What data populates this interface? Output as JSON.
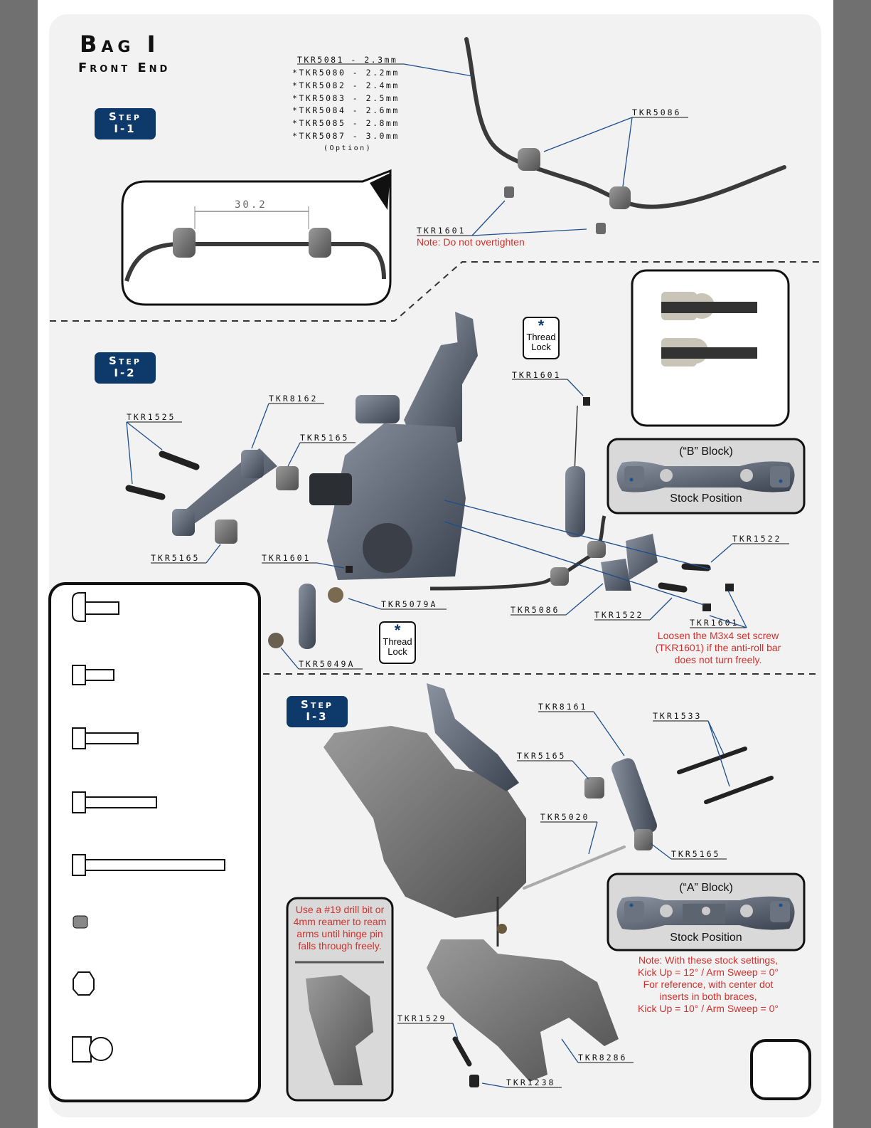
{
  "header": {
    "title": "Bag I",
    "subtitle": "Front End"
  },
  "steps": [
    {
      "label": "Step",
      "number": "I-1"
    },
    {
      "label": "Step",
      "number": "I-2"
    },
    {
      "label": "Step",
      "number": "I-3"
    }
  ],
  "step1": {
    "anti_roll_bar_options": [
      "TKR5081 - 2.3mm",
      "*TKR5080 - 2.2mm",
      "*TKR5082 - 2.4mm",
      "*TKR5083 - 2.5mm",
      "*TKR5084 - 2.6mm",
      "*TKR5085 - 2.8mm",
      "*TKR5087 - 3.0mm",
      "(Option)"
    ],
    "collar_part": "TKR5086",
    "set_screw_part": "TKR1601",
    "set_screw_note": "Note: Do not overtighten",
    "detail_dimension": "30.2"
  },
  "step2": {
    "thread_lock_label": [
      "Thread",
      "Lock"
    ],
    "asterisk": "*",
    "parts": {
      "tkr1601_top": "TKR1601",
      "tkr8162": "TKR8162",
      "tkr1525": "TKR1525",
      "tkr5165_a": "TKR5165",
      "tkr5165_b": "TKR5165",
      "tkr1601_mid": "TKR1601",
      "tkr5079a": "TKR5079A",
      "tkr5049a": "TKR5049A",
      "tkr5086": "TKR5086",
      "tkr1522_a": "TKR1522",
      "tkr1522_b": "TKR1522",
      "tkr1601_right": "TKR1601"
    },
    "b_block_title": "(“B” Block)",
    "b_block_caption": "Stock Position",
    "loosen_note": [
      "Loosen the M3x4 set screw",
      "(TKR1601) if the anti-roll bar",
      "does not turn freely."
    ]
  },
  "step3": {
    "parts": {
      "tkr8161": "TKR8161",
      "tkr1533": "TKR1533",
      "tkr5165_a": "TKR5165",
      "tkr5020": "TKR5020",
      "tkr5165_b": "TKR5165",
      "tkr1529": "TKR1529",
      "tkr8286": "TKR8286",
      "tkr1238": "TKR1238"
    },
    "a_block_title": "(“A” Block)",
    "a_block_caption": "Stock Position",
    "settings_note": [
      "Note: With these stock settings,",
      "Kick Up = 12° / Arm Sweep = 0°",
      "For reference, with center dot",
      "inserts in both braces,",
      "Kick Up = 10° / Arm Sweep = 0°"
    ],
    "ream_note": [
      "Use a #19 drill bit or",
      "4mm reamer to ream",
      "arms until hinge pin",
      "falls through freely."
    ]
  },
  "colors": {
    "step_badge": "#0d3a6b",
    "note_red": "#d0312d",
    "leader_blue": "#1f4e8c",
    "page_border": "#707070"
  }
}
